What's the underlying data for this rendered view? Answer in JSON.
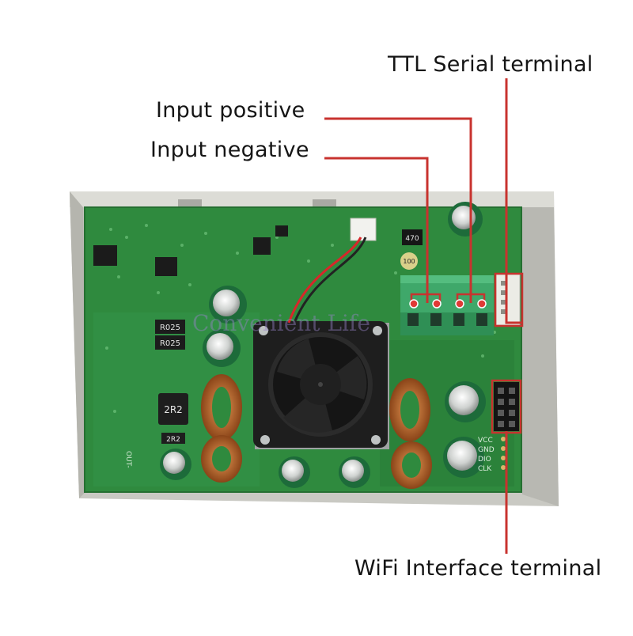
{
  "labels": {
    "ttl_serial": "TTL Serial terminal",
    "input_positive": "Input positive",
    "input_negative": "Input negative",
    "wifi_interface": "WiFi Interface terminal"
  },
  "board_markings": {
    "r1": "R025",
    "r2": "R025",
    "inductor": "2R2",
    "inductor_small": "2R2",
    "cap_top": "470",
    "cap_mid": "100",
    "out_label": "OUT-",
    "pin_vcc": "VCC",
    "pin_gnd": "GND",
    "pin_dio": "DIO",
    "pin_clk": "CLK"
  },
  "watermark": "Convenient Life",
  "colors": {
    "callout_line": "#c8332f",
    "pcb": "#2f8a3e",
    "terminal_block": "#3fa86a",
    "case": "#c8c8c2"
  }
}
